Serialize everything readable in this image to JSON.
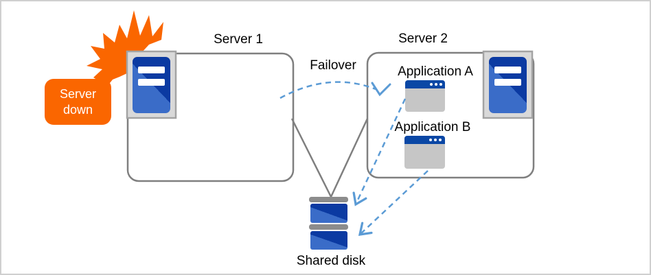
{
  "labels": {
    "server1": "Server 1",
    "server2": "Server 2",
    "failover": "Failover",
    "app_a": "Application A",
    "app_b": "Application B",
    "shared_disk": "Shared disk",
    "callout_line1": "Server",
    "callout_line2": "down"
  },
  "colors": {
    "orange": "#FA6600",
    "line_gray": "#7F7F7F",
    "plaque_fill": "#D9D9D9",
    "plaque_border": "#A3A3A3",
    "tower_light": "#3A6CC8",
    "tower_dark": "#0B3AA2",
    "win_title": "#0A47A5",
    "win_body": "#C6C6C6",
    "arrow_blue": "#5B9BD5",
    "disk_bar": "#8C8C8C",
    "text": "#000000",
    "callout_text": "#FFFFFF"
  },
  "icons": {
    "explosion-icon": "orange crash burst marking the failed server",
    "server-icon": "blue server tower on gray plaque",
    "app-window-icon": "application window with blue title bar and three dots",
    "shared-disk-icon": "stacked blue disk drives",
    "failover-arrow-icon": "dashed curved arrow from Server 1 to Server 2",
    "disk-access-arrow-icon": "dashed straight arrow from application to shared disk"
  }
}
